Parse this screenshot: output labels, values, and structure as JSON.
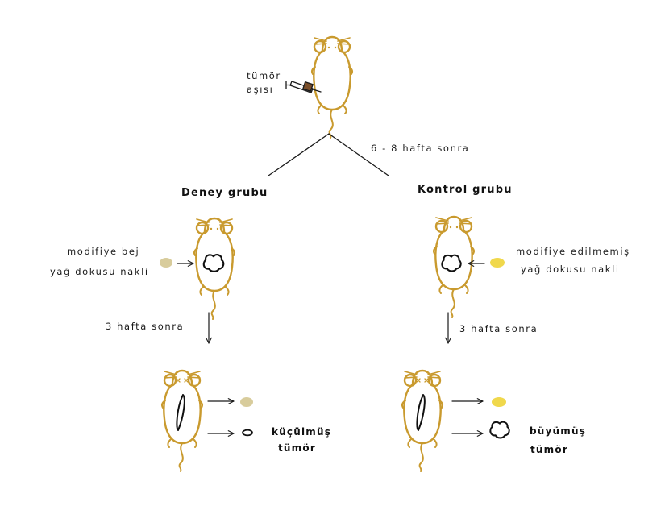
{
  "colors": {
    "mouse_outline": "#c99a2e",
    "line": "#1a1a1a",
    "beige_fat": "#d8cc9c",
    "yellow_fat": "#f0d84c",
    "tumor_cell": "#7a4e2a"
  },
  "labels": {
    "tumor_vaccine_line1": "tümör",
    "tumor_vaccine_line2": "aşısı",
    "after_6_8_weeks": "6 - 8  hafta  sonra",
    "experiment_group": "Deney   grubu",
    "control_group": "Kontrol   grubu",
    "beige_transplant_line1": "modifiye  bej",
    "beige_transplant_line2": "yağ  dokusu  nakli",
    "unmodified_transplant_line1": "modifiye  edilmemiş",
    "unmodified_transplant_line2": "yağ  dokusu  nakli",
    "after_3_weeks_left": "3  hafta  sonra",
    "after_3_weeks_right": "3  hafta  sonra",
    "shrunk_tumor_line1": "küçülmüş",
    "shrunk_tumor_line2": "tümör",
    "grown_tumor_line1": "büyümüş",
    "grown_tumor_line2": "tümör"
  },
  "icons": [
    "mouse-icon",
    "syringe-icon",
    "fat-tissue-icon",
    "tumor-icon",
    "incision-icon"
  ]
}
